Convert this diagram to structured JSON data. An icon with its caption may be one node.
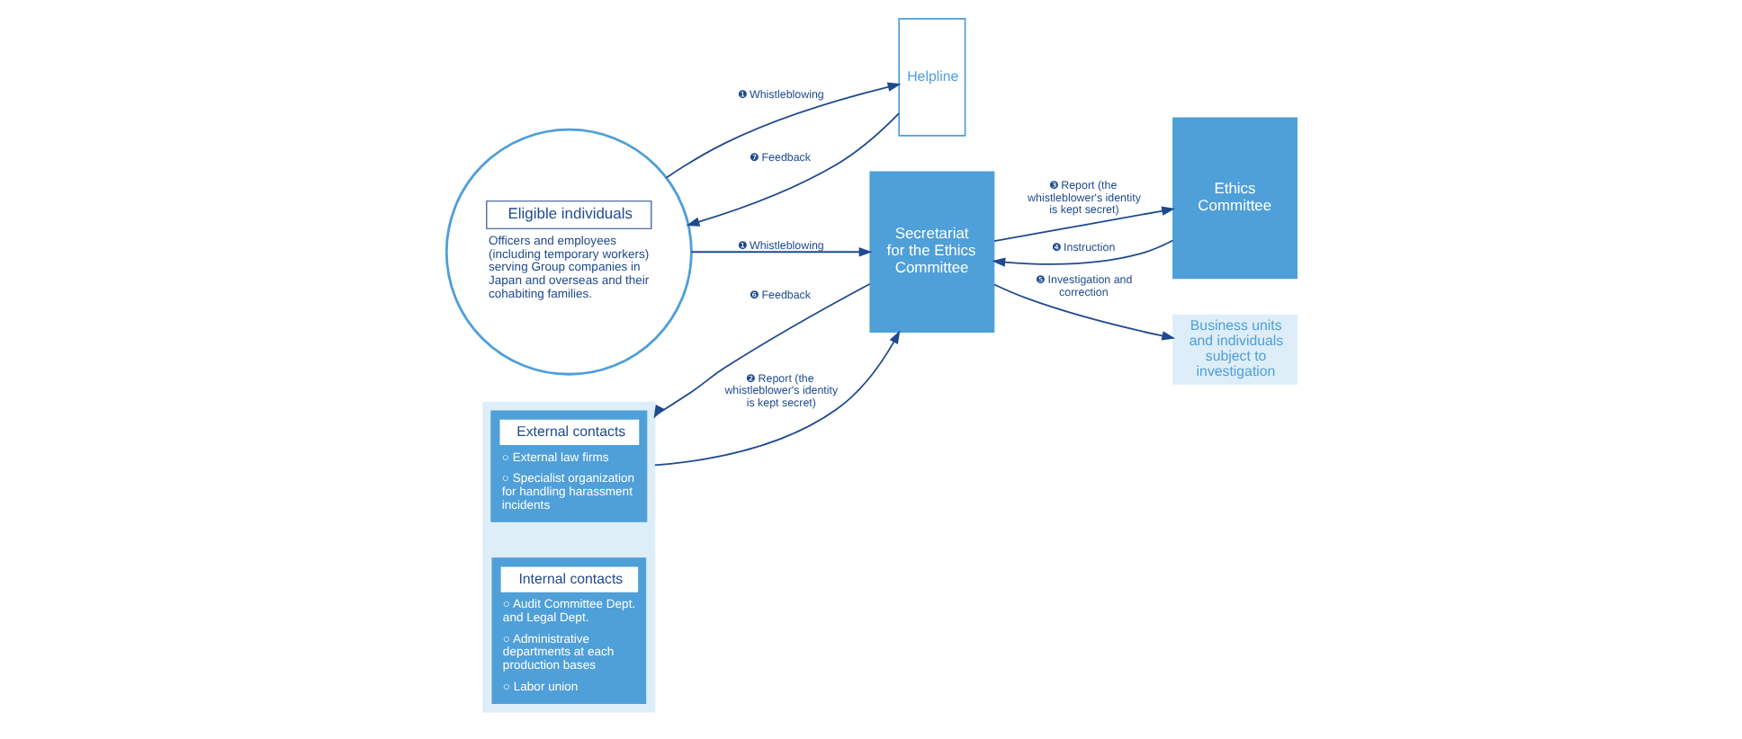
{
  "diagram": {
    "nodes": [
      {
        "text": [
          "Eligible individuals",
          "Officers and employees (including temporary workers) serving Group companies in Japan and overseas and their cohabiting families."
        ]
      },
      {
        "text": [
          "Helpline"
        ]
      },
      {
        "text": [],
        "shape": "box"
      },
      {
        "text": [
          "External contacts",
          "○ External law firms",
          "○ Specialist organization for handling harassment incidents"
        ],
        "in": 2
      },
      {
        "text": [
          "Internal contacts",
          "○ Audit Committee Dept. and Legal Dept.",
          "○ Administrative departments at each production bases",
          "○ Labor union"
        ],
        "in": 2
      },
      {
        "text": [
          "Secretariat for the Ethics Committee"
        ]
      },
      {
        "text": [
          "Ethics Committee"
        ]
      },
      {
        "text": [
          "Business units and individuals subject to investigation"
        ]
      }
    ],
    "edges": [
      {
        "from": 0,
        "to": 5,
        "arrow": "to",
        "label": "❶ Whistleblowing"
      },
      {
        "from": 0,
        "to": 1,
        "arrow": "to",
        "label": "❶ Whistleblowing"
      },
      {
        "from": 1,
        "to": 0,
        "arrow": "to",
        "label": "❼ Feedback"
      },
      {
        "from": 2,
        "to": 5,
        "arrow": "to",
        "label": "❷ Report (the whistleblower's identity is kept secret)"
      },
      {
        "from": 5,
        "to": 2,
        "arrow": "to",
        "label": "❻ Feedback"
      },
      {
        "from": 5,
        "to": 6,
        "arrow": "to",
        "label": "❸ Report (the whistleblower's identity is kept secret)"
      },
      {
        "from": 6,
        "to": 5,
        "arrow": "to",
        "label": "❹ Instruction"
      },
      {
        "from": 5,
        "to": 7,
        "arrow": "to",
        "label": "❺ Investigation and correction"
      }
    ]
  }
}
